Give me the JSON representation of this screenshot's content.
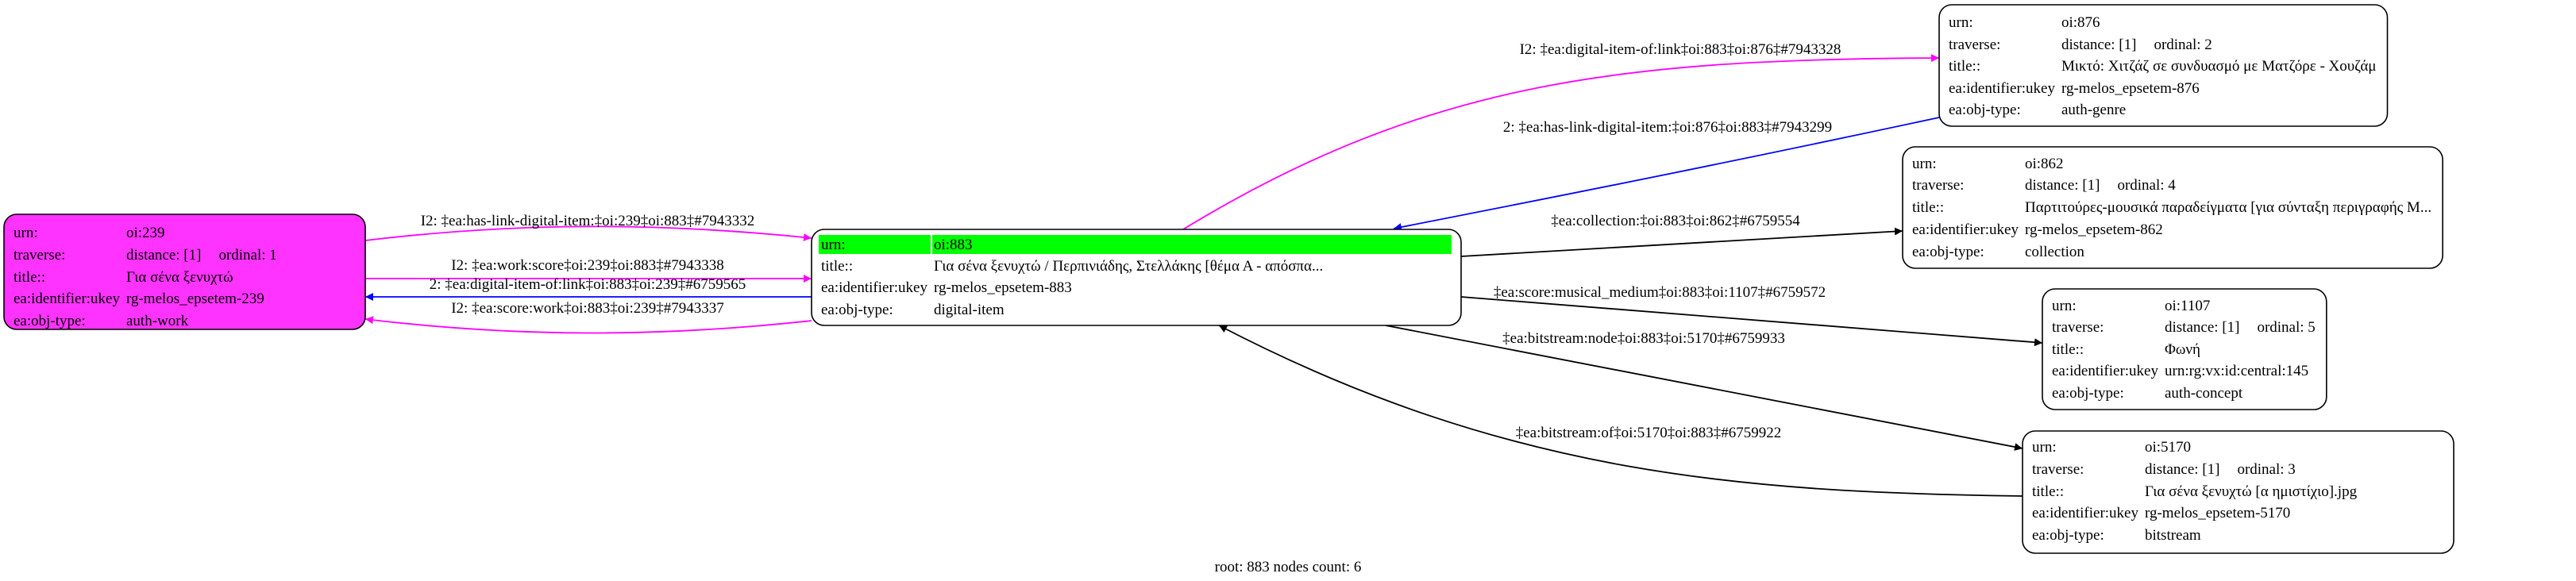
{
  "nodes": [
    {
      "id": "239",
      "fill": "#ff33ff",
      "rows": [
        {
          "label": "urn:",
          "value": "oi:239"
        },
        {
          "label": "traverse:",
          "value": "distance: [1]",
          "extra": "ordinal: 1"
        },
        {
          "label": "title::",
          "value": "Για σένα ξενυχτώ"
        },
        {
          "label": "ea:identifier:ukey",
          "value": "rg-melos_epsetem-239"
        },
        {
          "label": "ea:obj-type:",
          "value": "auth-work"
        }
      ]
    },
    {
      "id": "883",
      "fill": "#ffffff",
      "highlight": "#00ff00",
      "rows": [
        {
          "label": "urn:",
          "value": "oi:883"
        },
        {
          "label": "title::",
          "value": "Για σένα ξενυχτώ / Περπινιάδης, Στελλάκης [θέμα Α - απόσπα..."
        },
        {
          "label": "ea:identifier:ukey",
          "value": "rg-melos_epsetem-883"
        },
        {
          "label": "ea:obj-type:",
          "value": "digital-item"
        }
      ]
    },
    {
      "id": "876",
      "fill": "#ffffff",
      "rows": [
        {
          "label": "urn:",
          "value": "oi:876"
        },
        {
          "label": "traverse:",
          "value": "distance: [1]",
          "extra": "ordinal: 2"
        },
        {
          "label": "title::",
          "value": "Μικτό: Χιτζάζ σε συνδυασμό με Ματζόρε - Χουζάμ"
        },
        {
          "label": "ea:identifier:ukey",
          "value": "rg-melos_epsetem-876"
        },
        {
          "label": "ea:obj-type:",
          "value": "auth-genre"
        }
      ]
    },
    {
      "id": "862",
      "fill": "#ffffff",
      "rows": [
        {
          "label": "urn:",
          "value": "oi:862"
        },
        {
          "label": "traverse:",
          "value": "distance: [1]",
          "extra": "ordinal: 4"
        },
        {
          "label": "title::",
          "value": "Παρτιτούρες-μουσικά παραδείγματα [για σύνταξη περιγραφής Μ..."
        },
        {
          "label": "ea:identifier:ukey",
          "value": "rg-melos_epsetem-862"
        },
        {
          "label": "ea:obj-type:",
          "value": "collection"
        }
      ]
    },
    {
      "id": "1107",
      "fill": "#ffffff",
      "rows": [
        {
          "label": "urn:",
          "value": "oi:1107"
        },
        {
          "label": "traverse:",
          "value": "distance: [1]",
          "extra": "ordinal: 5"
        },
        {
          "label": "title::",
          "value": "Φωνή"
        },
        {
          "label": "ea:identifier:ukey",
          "value": "urn:rg:vx:id:central:145"
        },
        {
          "label": "ea:obj-type:",
          "value": "auth-concept"
        }
      ]
    },
    {
      "id": "5170",
      "fill": "#ffffff",
      "rows": [
        {
          "label": "urn:",
          "value": "oi:5170"
        },
        {
          "label": "traverse:",
          "value": "distance: [1]",
          "extra": "ordinal: 3"
        },
        {
          "label": "title::",
          "value": "Για σένα ξενυχτώ [α ημιστίχιο].jpg"
        },
        {
          "label": "ea:identifier:ukey",
          "value": "rg-melos_epsetem-5170"
        },
        {
          "label": "ea:obj-type:",
          "value": "bitstream"
        }
      ]
    }
  ],
  "edges": [
    {
      "from": "239",
      "to": "883",
      "color": "#ff00ff",
      "label": "I2: ‡ea:has-link-digital-item:‡oi:239‡oi:883‡#7943332"
    },
    {
      "from": "239",
      "to": "883",
      "color": "#ff00ff",
      "label": "I2: ‡ea:work:score‡oi:239‡oi:883‡#7943338"
    },
    {
      "from": "883",
      "to": "239",
      "color": "#0000ff",
      "label": "2: ‡ea:digital-item-of:link‡oi:883‡oi:239‡#6759565"
    },
    {
      "from": "883",
      "to": "239",
      "color": "#ff00ff",
      "label": "I2: ‡ea:score:work‡oi:883‡oi:239‡#7943337"
    },
    {
      "from": "883",
      "to": "876",
      "color": "#ff00ff",
      "label": "I2: ‡ea:digital-item-of:link‡oi:883‡oi:876‡#7943328"
    },
    {
      "from": "876",
      "to": "883",
      "color": "#0000ff",
      "label": "2: ‡ea:has-link-digital-item:‡oi:876‡oi:883‡#7943299"
    },
    {
      "from": "883",
      "to": "862",
      "color": "#000000",
      "label": "‡ea:collection:‡oi:883‡oi:862‡#6759554"
    },
    {
      "from": "883",
      "to": "1107",
      "color": "#000000",
      "label": "‡ea:score:musical_medium‡oi:883‡oi:1107‡#6759572"
    },
    {
      "from": "883",
      "to": "5170",
      "color": "#000000",
      "label": "‡ea:bitstream:node‡oi:883‡oi:5170‡#6759933"
    },
    {
      "from": "5170",
      "to": "883",
      "color": "#000000",
      "label": "‡ea:bitstream:of‡oi:5170‡oi:883‡#6759922"
    }
  ],
  "footer": "root: 883 nodes count: 6"
}
